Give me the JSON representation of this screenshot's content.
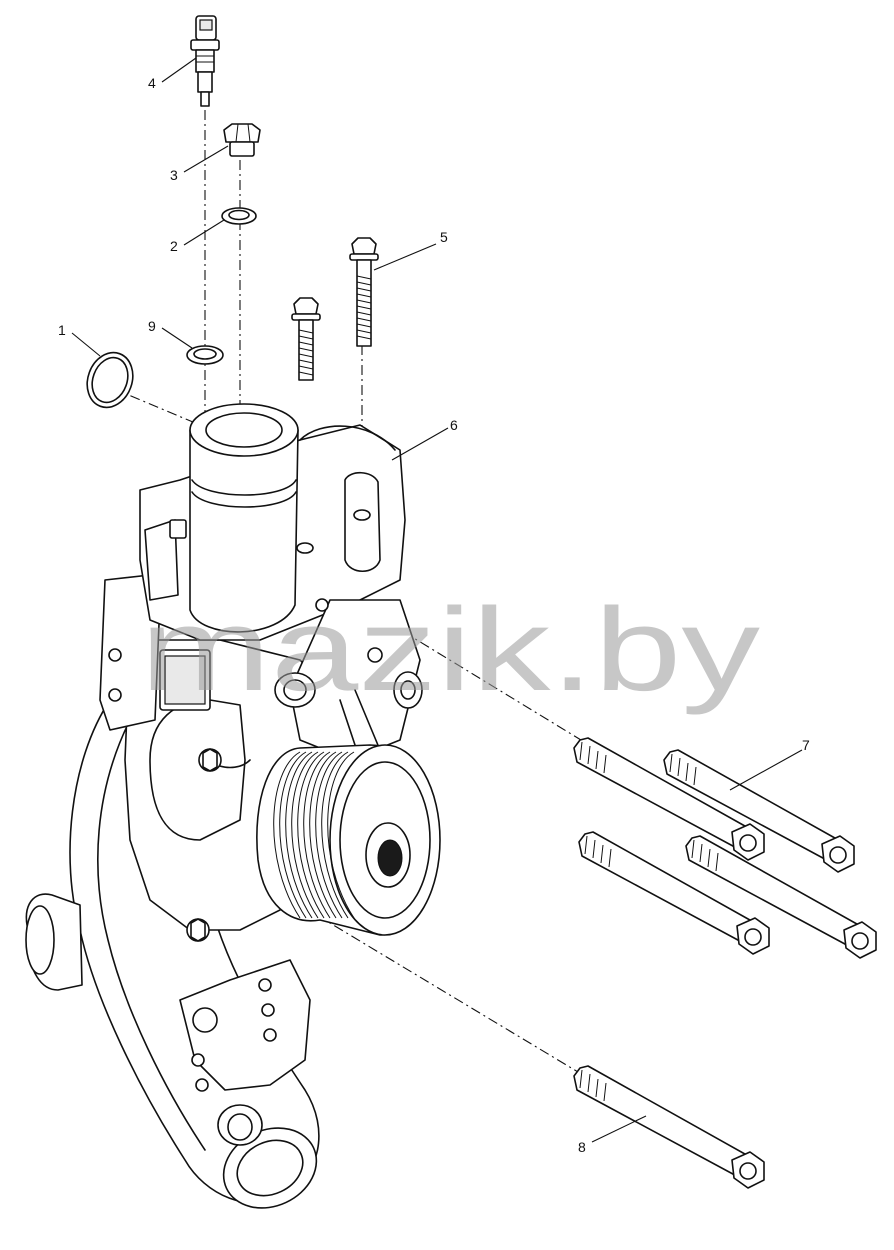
{
  "callouts": [
    {
      "id": "1",
      "label": "1"
    },
    {
      "id": "2",
      "label": "2"
    },
    {
      "id": "3",
      "label": "3"
    },
    {
      "id": "4",
      "label": "4"
    },
    {
      "id": "5",
      "label": "5"
    },
    {
      "id": "6",
      "label": "6"
    },
    {
      "id": "7",
      "label": "7"
    },
    {
      "id": "8",
      "label": "8"
    },
    {
      "id": "9",
      "label": "9"
    }
  ],
  "watermark": "mazik.by"
}
